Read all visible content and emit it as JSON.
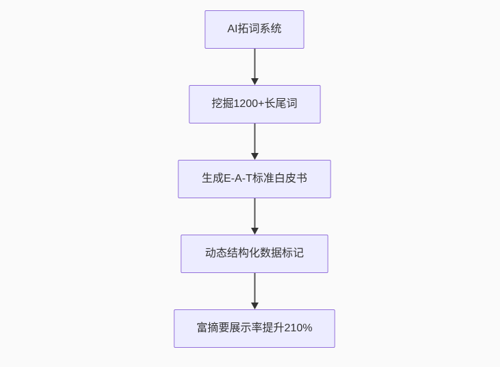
{
  "diagram": {
    "type": "flowchart",
    "direction": "top-down",
    "nodes": [
      {
        "id": "A",
        "label": "AI拓词系统"
      },
      {
        "id": "B",
        "label": "挖掘1200+长尾词"
      },
      {
        "id": "C",
        "label": "生成E-A-T标准白皮书"
      },
      {
        "id": "D",
        "label": "动态结构化数据标记"
      },
      {
        "id": "E",
        "label": "富摘要展示率提升210%"
      }
    ],
    "edges": [
      {
        "from": "A",
        "to": "B"
      },
      {
        "from": "B",
        "to": "C"
      },
      {
        "from": "C",
        "to": "D"
      },
      {
        "from": "D",
        "to": "E"
      }
    ],
    "colors": {
      "background": "#FAFAFA",
      "node_fill": "#ECECFF",
      "node_border": "#9370DB",
      "edge_line": "#555555",
      "arrowhead": "#333333",
      "text": "#333333"
    }
  }
}
